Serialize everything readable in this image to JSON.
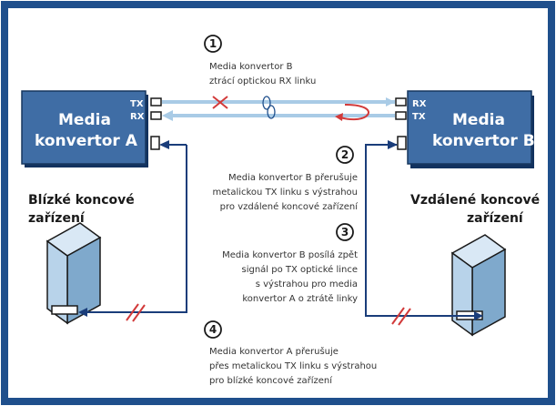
{
  "converter_a": {
    "line1": "Media",
    "line2": "konvertor  A",
    "tx": "TX",
    "rx": "RX"
  },
  "converter_b": {
    "line1": "Media",
    "line2": "konvertor  B",
    "rx": "RX",
    "tx": "TX"
  },
  "near_device": {
    "line1": "Blízké  koncové",
    "line2": "zařízení"
  },
  "far_device": {
    "line1": "Vzdálené koncové",
    "line2": "zařízení"
  },
  "steps": [
    {
      "num": "1",
      "lines": [
        "Media  konvertor  B",
        "ztrácí  optickou  RX  linku"
      ]
    },
    {
      "num": "2",
      "lines": [
        "Media  konvertor  B  přerušuje",
        "metalickou  TX  linku  s  výstrahou",
        "pro  vzdálené  koncové  zařízení"
      ]
    },
    {
      "num": "3",
      "lines": [
        "Media  konvertor  B  posílá  zpět",
        "signál  po  TX  optické  lince",
        "s  výstrahou  pro  media",
        "konvertor  A  o  ztrátě  linky"
      ]
    },
    {
      "num": "4",
      "lines": [
        "Media  konvertor  A  přerušuje",
        "přes  metalickou  TX  linku  s  výstrahou",
        "pro  blízké  koncové  zařízení"
      ]
    }
  ],
  "colors": {
    "frame": "#1f4f8c",
    "box": "#3f6da5",
    "fiber": "#a9cbe6",
    "wire": "#1a3d7a",
    "alert": "#d23a3a",
    "device": "#b8d3ea"
  }
}
